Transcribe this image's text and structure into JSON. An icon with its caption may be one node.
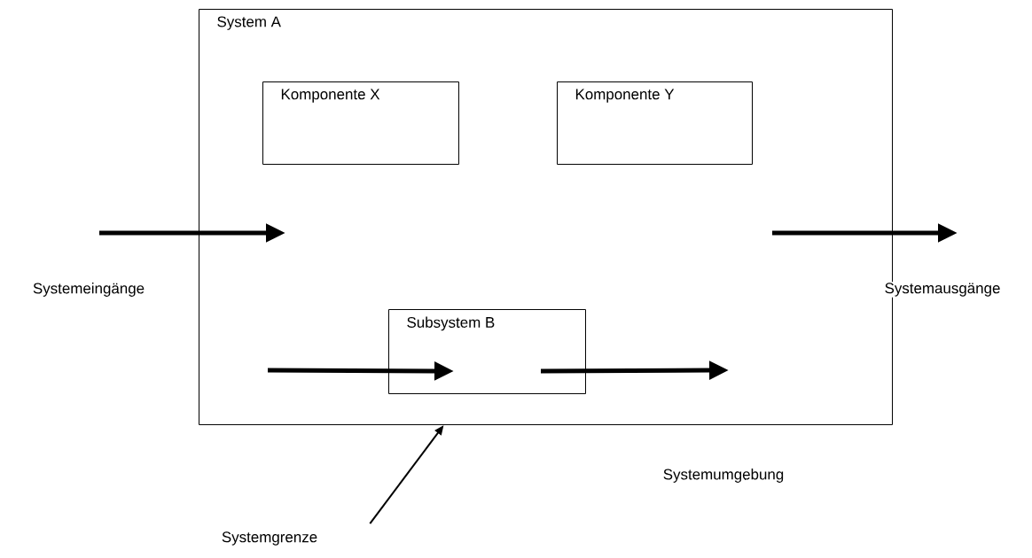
{
  "diagram": {
    "nodes": [
      {
        "text": [
          "System A"
        ]
      },
      {
        "text": [
          "Komponente X"
        ],
        "in": 0
      },
      {
        "text": [
          "Komponente Y"
        ],
        "in": 0
      },
      {
        "text": [
          "Subsystem B"
        ],
        "in": 0
      },
      {
        "text": [
          "Systemgrenze"
        ]
      }
    ],
    "edges": [
      {
        "from": null,
        "to": 3,
        "arrow": "to"
      },
      {
        "from": 3,
        "to": null,
        "arrow": "to"
      },
      {
        "from": 4,
        "to": 0,
        "arrow": "to"
      }
    ],
    "labels": [
      "Systemeingänge",
      "Systemausgänge",
      "Systemumgebung"
    ]
  }
}
